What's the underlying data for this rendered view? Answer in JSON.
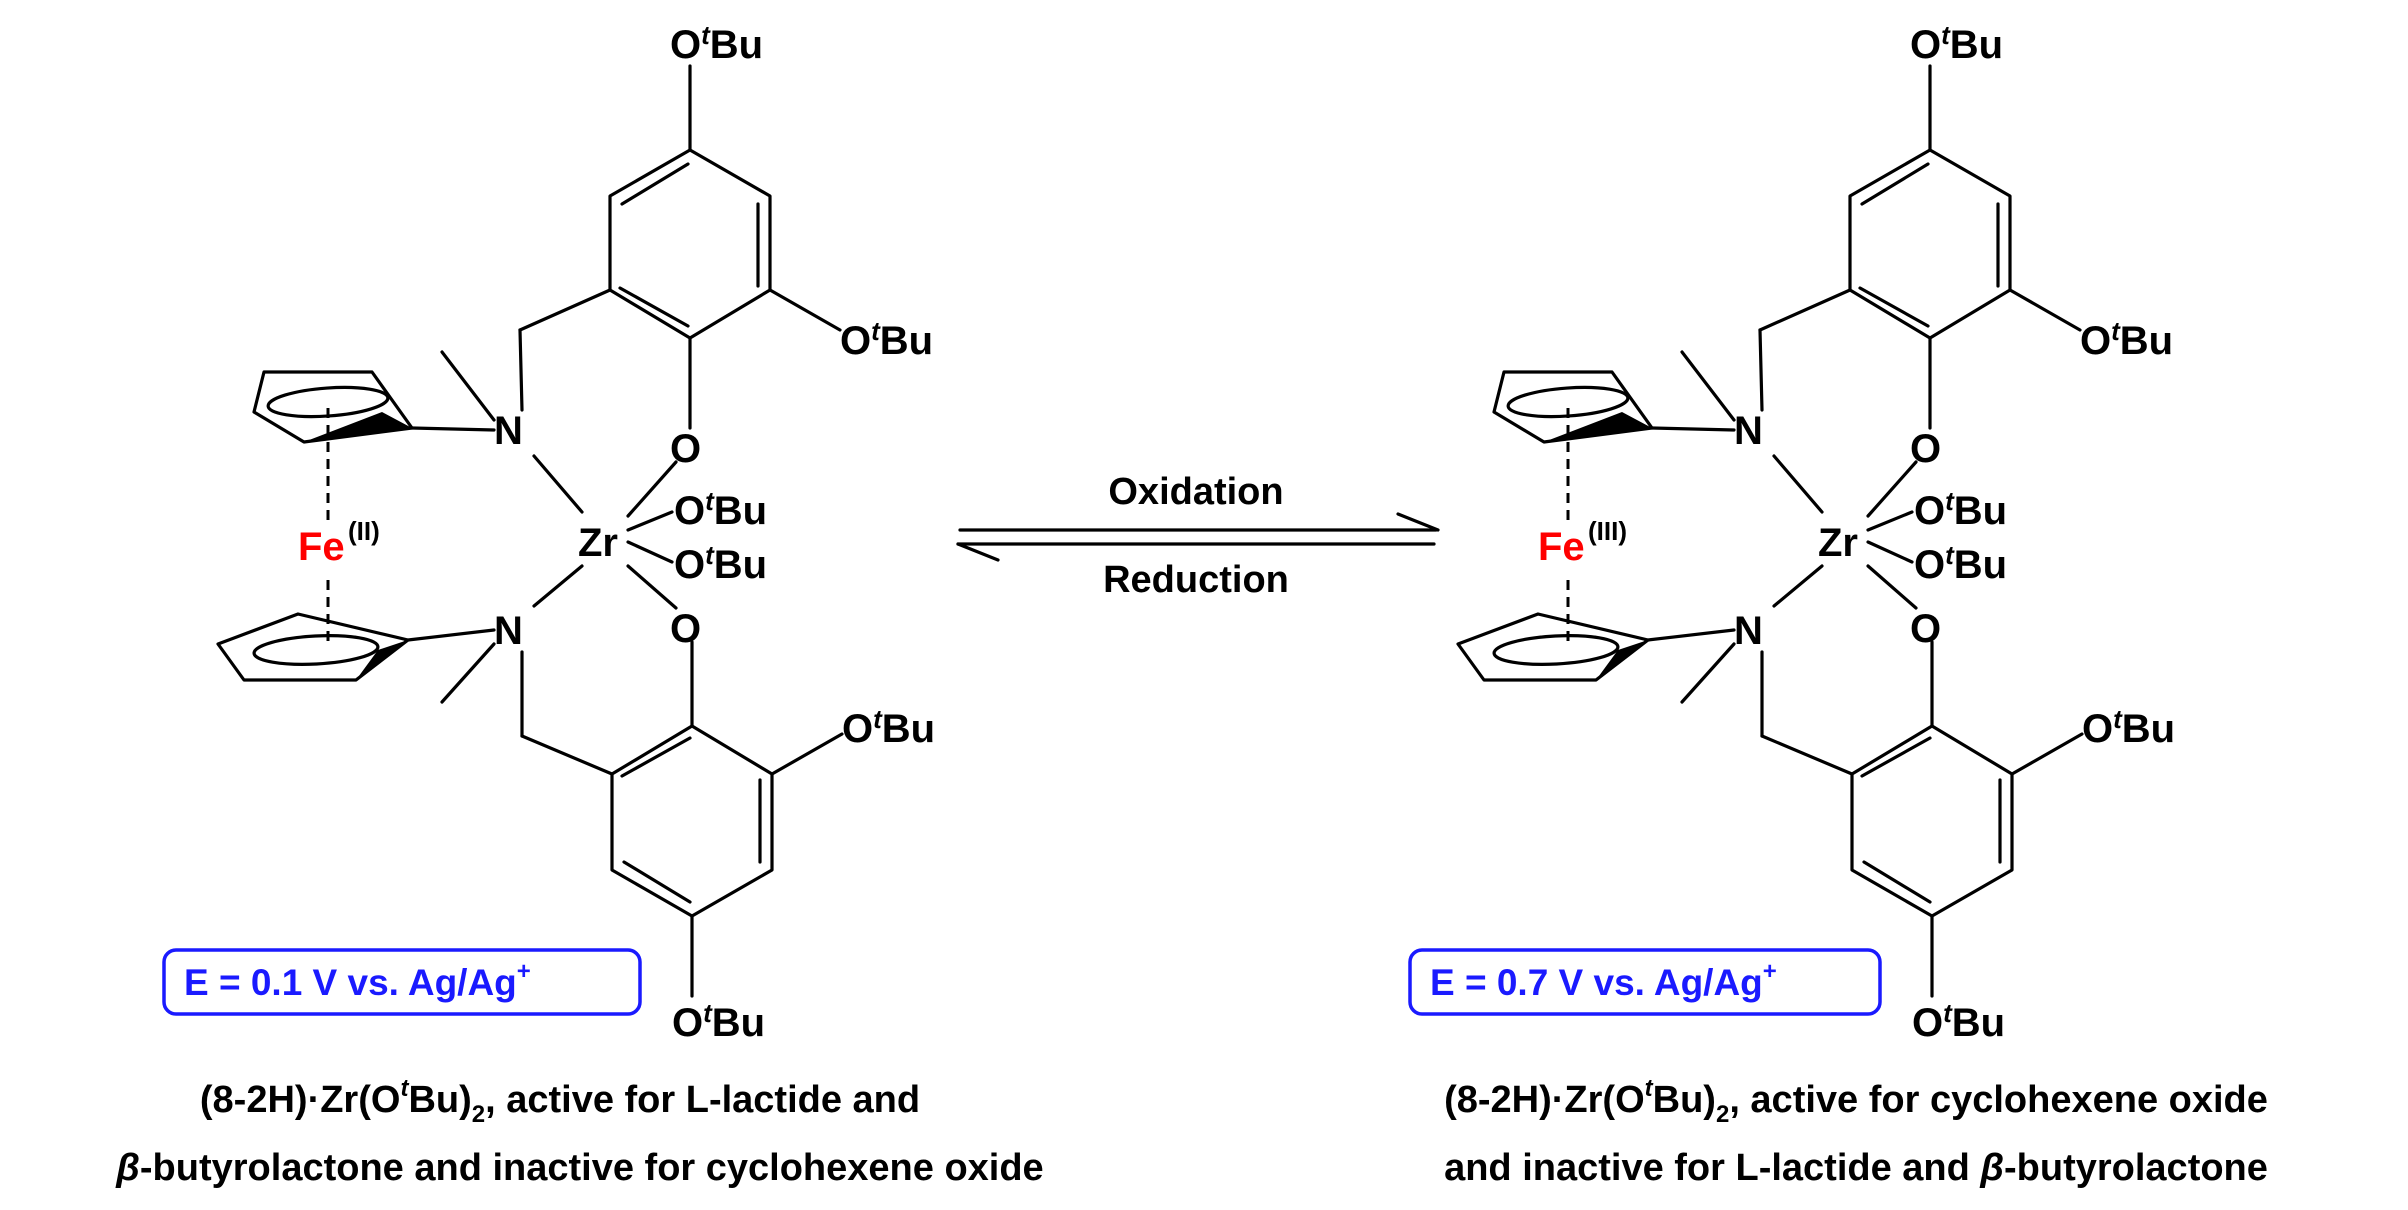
{
  "colors": {
    "bond": "#000000",
    "iron": "#ff0000",
    "potential": "#1a1aff"
  },
  "equilibrium": {
    "forward_label": "Oxidation",
    "reverse_label": "Reduction"
  },
  "atoms": {
    "iron": "Fe",
    "zirconium": "Zr",
    "nitrogen": "N",
    "oxygen": "O",
    "alkoxy_o": "O",
    "alkoxy_t": "t",
    "alkoxy_bu": "Bu"
  },
  "complexes": [
    {
      "fe_oxidation_state": "(II)",
      "potential": {
        "text": "E = 0.1 V vs. Ag/Ag",
        "sup": "+"
      },
      "caption": {
        "line1_a": "(8-2H)·Zr(O",
        "line1_sup": "t",
        "line1_b": "Bu)",
        "line1_sub": "2",
        "line1_c": ", active for L-lactide and",
        "line2_beta": "β",
        "line2_rest": "-butyrolactone and inactive for cyclohexene oxide"
      }
    },
    {
      "fe_oxidation_state": "(III)",
      "potential": {
        "text": "E = 0.7 V vs. Ag/Ag",
        "sup": "+"
      },
      "caption": {
        "line1_a": "(8-2H)·Zr(O",
        "line1_sup": "t",
        "line1_b": "Bu)",
        "line1_sub": "2",
        "line1_c": ", active for cyclohexene oxide",
        "line2_a": "and inactive for L-lactide and ",
        "line2_beta": "β",
        "line2_rest": "-butyrolactone"
      }
    }
  ]
}
